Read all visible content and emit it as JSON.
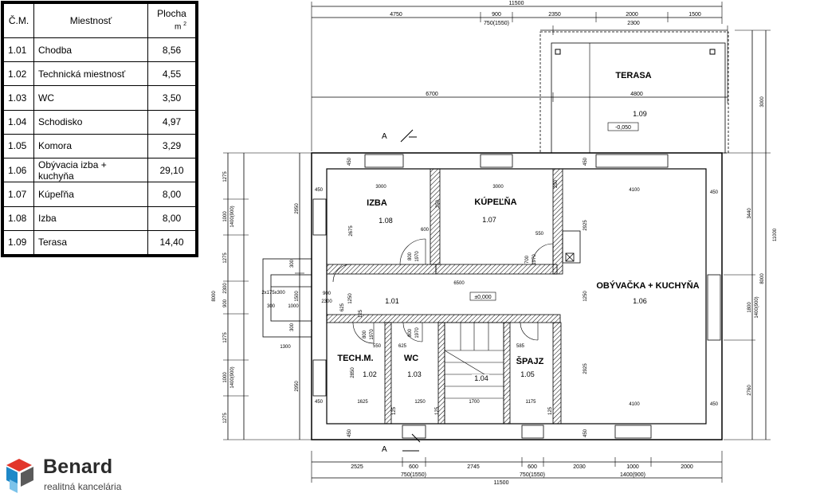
{
  "table": {
    "headers": {
      "num": "Č.M.",
      "room": "Miestnosť",
      "area": "Plocha",
      "unit": "m",
      "unit_sup": "2"
    },
    "rows": [
      {
        "num": "1.01",
        "name": "Chodba",
        "area": "8,56"
      },
      {
        "num": "1.02",
        "name": "Technická miestnosť",
        "area": "4,55"
      },
      {
        "num": "1.03",
        "name": "WC",
        "area": "3,50"
      },
      {
        "num": "1.04",
        "name": "Schodisko",
        "area": "4,97"
      },
      {
        "num": "1.05",
        "name": "Komora",
        "area": "3,29"
      },
      {
        "num": "1.06",
        "name": "Obývacia izba + kuchyňa",
        "area": "29,10"
      },
      {
        "num": "1.07",
        "name": "Kúpeľňa",
        "area": "8,00"
      },
      {
        "num": "1.08",
        "name": "Izba",
        "area": "8,00"
      },
      {
        "num": "1.09",
        "name": "Terasa",
        "area": "14,40"
      }
    ]
  },
  "logo": {
    "name": "Benard",
    "tagline": "realitná kancelária",
    "colors": {
      "blue": "#1e88c8",
      "red": "#e2362b",
      "grey": "#5a5a5a"
    }
  },
  "plan": {
    "rooms": {
      "terasa": {
        "name": "TERASA",
        "num": "1.09",
        "level": "-0,050"
      },
      "izba": {
        "name": "IZBA",
        "num": "1.08"
      },
      "kupelna": {
        "name": "KÚPEĽŇA",
        "num": "1.07"
      },
      "obyvacka": {
        "name": "OBÝVAČKA + KUCHYŇA",
        "num": "1.06"
      },
      "chodba": {
        "num": "1.01",
        "level": "±0,000"
      },
      "tech": {
        "name": "TECH.M.",
        "num": "1.02"
      },
      "wc": {
        "name": "WC",
        "num": "1.03"
      },
      "schody": {
        "num": "1.04"
      },
      "spajz": {
        "name": "ŠPAJZ",
        "num": "1.05"
      }
    },
    "section": {
      "a_top": "A",
      "a_bottom": "A"
    },
    "top_dims": {
      "total": "11500",
      "d4750": "4750",
      "d900": "900",
      "d750": "750(1550)",
      "d2350": "2350",
      "d2000": "2000",
      "d1500": "1500",
      "d2300": "2300",
      "d4800": "4800",
      "d6700": "6700"
    },
    "bottom_dims": {
      "d2525": "2525",
      "d600a": "600",
      "d2745": "2745",
      "d600b": "600",
      "d2030": "2030",
      "d1000": "1000",
      "d2000": "2000",
      "d750a": "750(1550)",
      "d750b": "750(1550)",
      "d1400": "1400(900)",
      "total": "11500"
    },
    "left_dims": {
      "l1275a": "1275",
      "l1000a": "1000",
      "l1400a": "1400(900)",
      "l1275b": "1275",
      "l2300": "2300",
      "l900": "900",
      "l1275c": "1275",
      "l1000b": "1000",
      "l1400b": "1400(900)",
      "l1275d": "1275",
      "l8000": "8000",
      "l2950a": "2950",
      "l2950b": "2950",
      "l1300": "1300",
      "l2x": "2x175x300",
      "l300a": "300",
      "l300b": "300",
      "l1000c": "1000",
      "l1500": "1500",
      "l300c": "300"
    },
    "right_dims": {
      "r3000": "3000",
      "r11000": "11000",
      "r3440": "3440",
      "r8000": "8000",
      "r1800": "1800",
      "r1400": "1400(900)",
      "r2760": "2760"
    },
    "inner_dims": {
      "i450a": "450",
      "i3000a": "3000",
      "i3000b": "3000",
      "i450b": "450",
      "i4100a": "4100",
      "i450c": "450",
      "i250a": "250",
      "i250b": "250",
      "i2675": "2675",
      "i600": "600",
      "i550a": "550",
      "i800a": "800",
      "i1970a": "1970",
      "i700": "700",
      "i1970b": "1970",
      "i2925a": "2925",
      "i6500": "6500",
      "i1250a": "1250",
      "i900": "900",
      "i2300": "2300",
      "i625a": "625",
      "i125a": "125",
      "i1250b": "1250",
      "i800b": "800",
      "i1970c": "1970",
      "i550b": "550",
      "i625b": "625",
      "i800c": "800",
      "i1970d": "1970",
      "i585": "585",
      "i2850": "2850",
      "i2925b": "2925",
      "i450d": "450",
      "i1625": "1625",
      "i125b": "125",
      "i1250c": "1250",
      "i1700": "1700",
      "i1175": "1175",
      "i4100b": "4100",
      "i450e": "450",
      "i450f": "450",
      "i125c": "125",
      "i125d": "125",
      "i450g": "450",
      "i450h": "450"
    }
  }
}
